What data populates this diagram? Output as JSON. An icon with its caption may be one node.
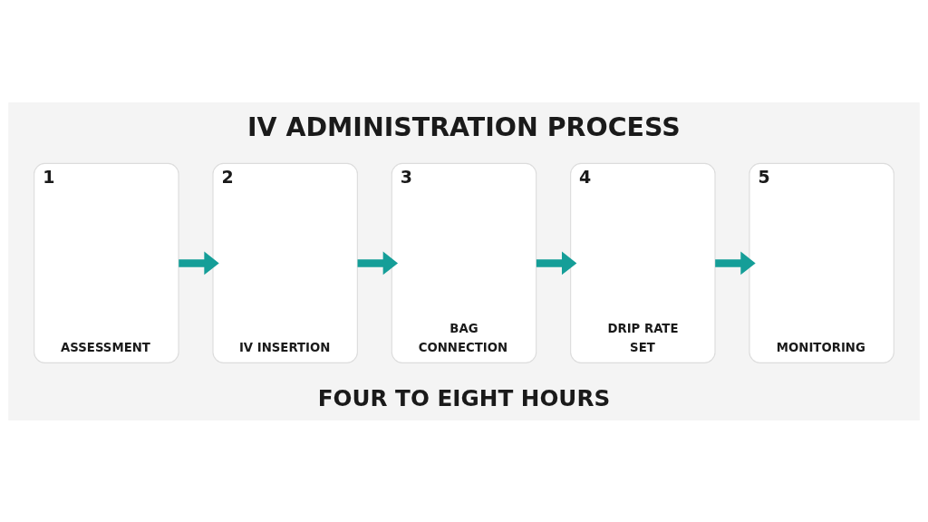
{
  "diagram": {
    "title": "IV ADMINISTRATION PROCESS",
    "caption": "FOUR TO EIGHT HOURS",
    "nodes": [
      {
        "text": [
          "1",
          "ASSESSMENT"
        ]
      },
      {
        "text": [
          "2",
          "IV INSERTION"
        ]
      },
      {
        "text": [
          "3",
          "BAG CONNECTION"
        ]
      },
      {
        "text": [
          "4",
          "DRIP RATE SET"
        ]
      },
      {
        "text": [
          "5",
          "MONITORING"
        ]
      }
    ],
    "edges": [
      {
        "from": 0,
        "to": 1,
        "arrow": "to"
      },
      {
        "from": 1,
        "to": 2,
        "arrow": "to"
      },
      {
        "from": 2,
        "to": 3,
        "arrow": "to"
      },
      {
        "from": 3,
        "to": 4,
        "arrow": "to"
      }
    ]
  }
}
